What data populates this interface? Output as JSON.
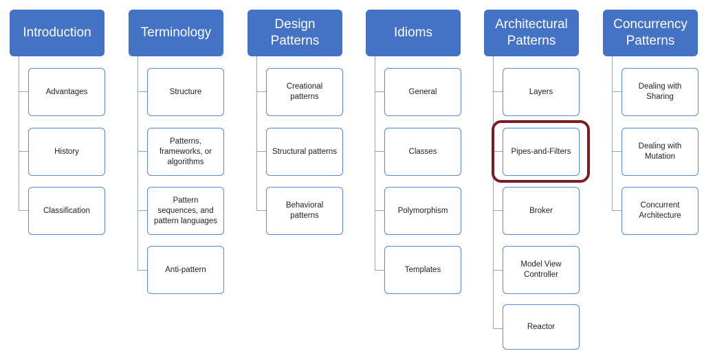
{
  "columns": [
    {
      "title": "Introduction",
      "items": [
        "Advantages",
        "History",
        "Classification"
      ]
    },
    {
      "title": "Terminology",
      "items": [
        "Structure",
        "Patterns,\nframeworks, or\nalgorithms",
        "Pattern\nsequences, and\npattern languages",
        "Anti-pattern"
      ]
    },
    {
      "title": "Design\nPatterns",
      "items": [
        "Creational\npatterns",
        "Structural patterns",
        "Behavioral\npatterns"
      ]
    },
    {
      "title": "Idioms",
      "items": [
        "General",
        "Classes",
        "Polymorphism",
        "Templates"
      ]
    },
    {
      "title": "Architectural\nPatterns",
      "items": [
        "Layers",
        "Pipes-and-Filters",
        "Broker",
        "Model View\nController",
        "Reactor"
      ]
    },
    {
      "title": "Concurrency\nPatterns",
      "items": [
        "Dealing with\nSharing",
        "Dealing with\nMutation",
        "Concurrent\nArchitecture"
      ]
    }
  ],
  "highlighted_item": "Pipes-and-Filters",
  "colors": {
    "header_fill": "#4472c4",
    "child_border": "#5b87c7",
    "connector": "#9aa4b2",
    "highlight_ring": "#7b1c25"
  }
}
